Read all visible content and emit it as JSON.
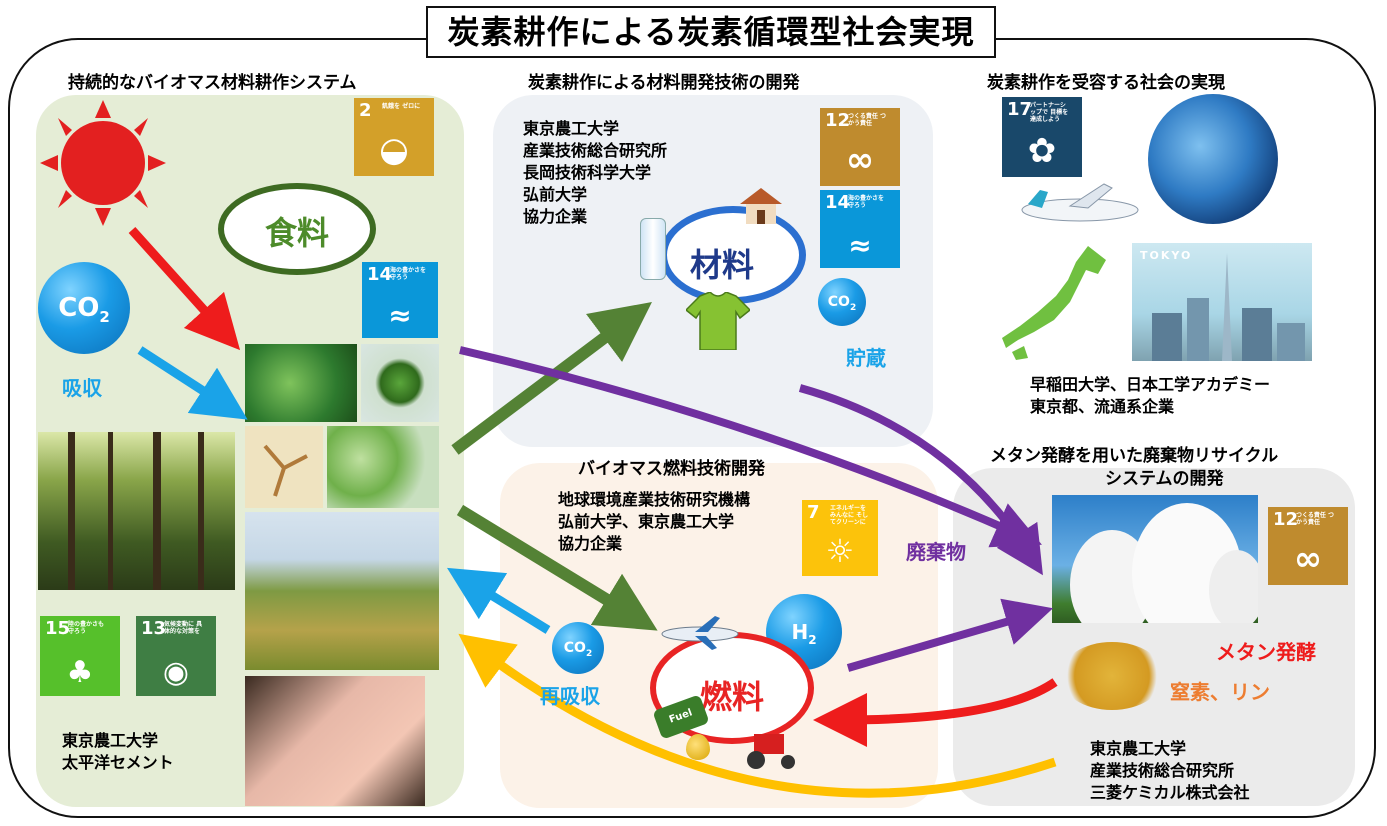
{
  "title": "炭素耕作による炭素循環型社会実現",
  "sections": {
    "left_title": "持続的なバイオマス材料耕作システム",
    "materials_title": "炭素耕作による材料開発技術の開発",
    "society_title": "炭素耕作を受容する社会の実現",
    "fuel_title": "バイオマス燃料技術開発",
    "methane_title_1": "メタン発酵を用いた廃棄物リサイクル",
    "methane_title_2": "システムの開発"
  },
  "orgs": {
    "materials": [
      "東京農工大学",
      "産業技術総合研究所",
      "長岡技術科学大学",
      "弘前大学",
      "協力企業"
    ],
    "society": [
      "早稲田大学、日本工学アカデミー",
      "東京都、流通系企業"
    ],
    "fuel": [
      "地球環境産業技術研究機構",
      "弘前大学、東京農工大学",
      "協力企業"
    ],
    "methane": [
      "東京農工大学",
      "産業技術総合研究所",
      "三菱ケミカル株式会社"
    ],
    "left": [
      "東京農工大学",
      "太平洋セメント"
    ]
  },
  "labels": {
    "food": "食料",
    "material": "材料",
    "fuel": "燃料",
    "co2": "CO",
    "co2_sub": "2",
    "h2": "H",
    "h2_sub": "2",
    "absorb": "吸収",
    "reabsorb": "再吸収",
    "storage": "貯蔵",
    "waste": "廃棄物",
    "methane_ferment": "メタン発酵",
    "nitrogen_phosphorus": "窒素、リン",
    "tokyo": "TOKYO",
    "fuel_can": "Fuel"
  },
  "sdgs": {
    "sdg2": {
      "num": "2",
      "caption": "飢餓を ゼロに",
      "color": "#d3a029"
    },
    "sdg12a": {
      "num": "12",
      "caption": "つくる責任 つかう責任",
      "color": "#bf8b2e"
    },
    "sdg14a": {
      "num": "14",
      "caption": "海の豊かさを 守ろう",
      "color": "#0a97d9"
    },
    "sdg14b": {
      "num": "14",
      "caption": "海の豊かさを 守ろう",
      "color": "#0a97d9"
    },
    "sdg17": {
      "num": "17",
      "caption": "パートナーシップで 目標を達成しよう",
      "color": "#19486a"
    },
    "sdg7": {
      "num": "7",
      "caption": "エネルギーをみんなに そしてクリーンに",
      "color": "#fcc30b"
    },
    "sdg12b": {
      "num": "12",
      "caption": "つくる責任 つかう責任",
      "color": "#bf8b2e"
    },
    "sdg15": {
      "num": "15",
      "caption": "陸の豊かさも 守ろう",
      "color": "#56c02b"
    },
    "sdg13": {
      "num": "13",
      "caption": "気候変動に 具体的な対策を",
      "color": "#3f7e44"
    }
  },
  "colors": {
    "arrow_red": "#ee1c1c",
    "arrow_blue": "#1aa3e8",
    "arrow_green": "#548235",
    "arrow_purple": "#7030a0",
    "arrow_yellow": "#ffc000",
    "text_blue": "#1aa3e8",
    "text_purple": "#7030a0",
    "text_red": "#ee1c1c",
    "text_orange": "#ed7d31"
  }
}
